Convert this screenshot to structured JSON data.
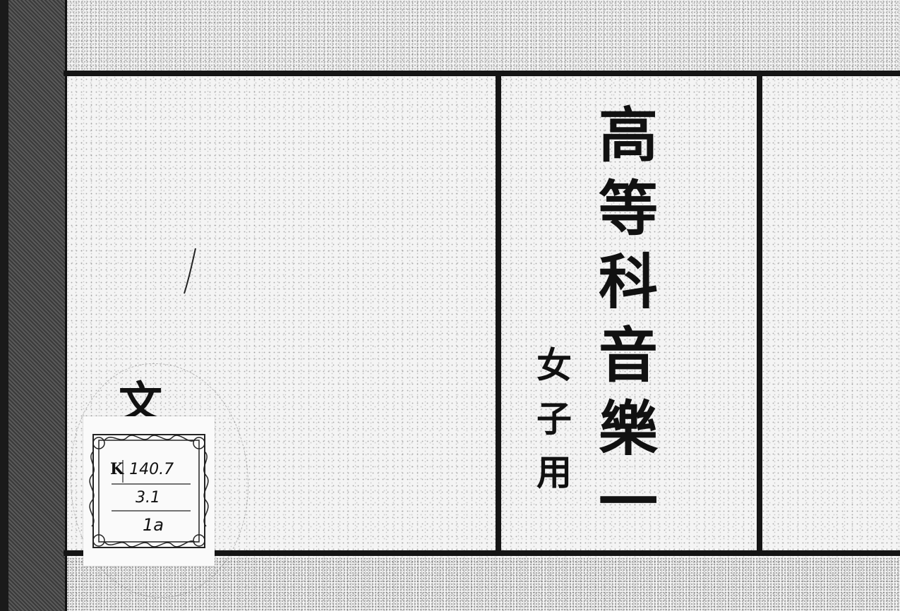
{
  "cover": {
    "title_chars": [
      "高",
      "等",
      "科",
      "音",
      "樂",
      "一"
    ],
    "subtitle_chars": [
      "女",
      "子",
      "用"
    ]
  },
  "library_label": {
    "category_char": "文",
    "call_number_prefix": "K",
    "call_number_line1": "140.7",
    "call_number_line2": "3.1",
    "call_number_line3": "1a"
  }
}
